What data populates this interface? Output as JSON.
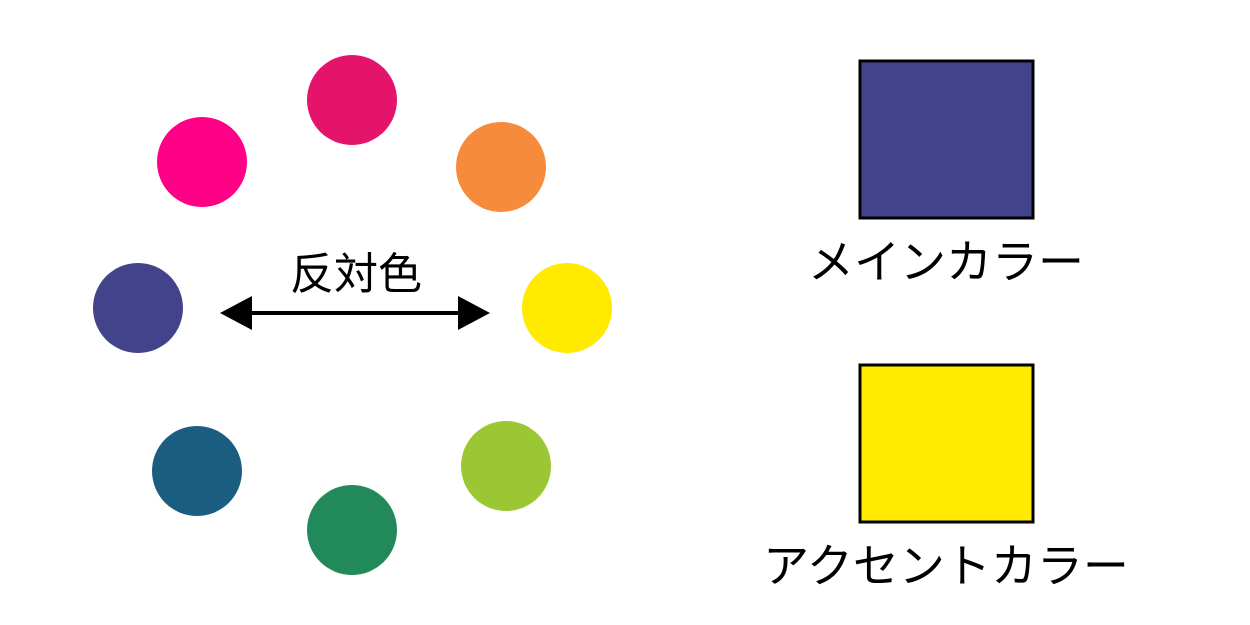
{
  "wheel": {
    "colors": [
      {
        "name": "crimson",
        "hex": "#E5146B"
      },
      {
        "name": "orange",
        "hex": "#F68B3C"
      },
      {
        "name": "yellow",
        "hex": "#FFEA00"
      },
      {
        "name": "yellow-green",
        "hex": "#9CC734"
      },
      {
        "name": "green",
        "hex": "#21895A"
      },
      {
        "name": "teal-blue",
        "hex": "#1B5D81"
      },
      {
        "name": "indigo",
        "hex": "#42438A"
      },
      {
        "name": "magenta",
        "hex": "#FF0087"
      }
    ]
  },
  "complementary": {
    "label": "反対色"
  },
  "swatches": [
    {
      "label": "メインカラー",
      "hex": "#42438A"
    },
    {
      "label": "アクセントカラー",
      "hex": "#FFEA00"
    }
  ]
}
